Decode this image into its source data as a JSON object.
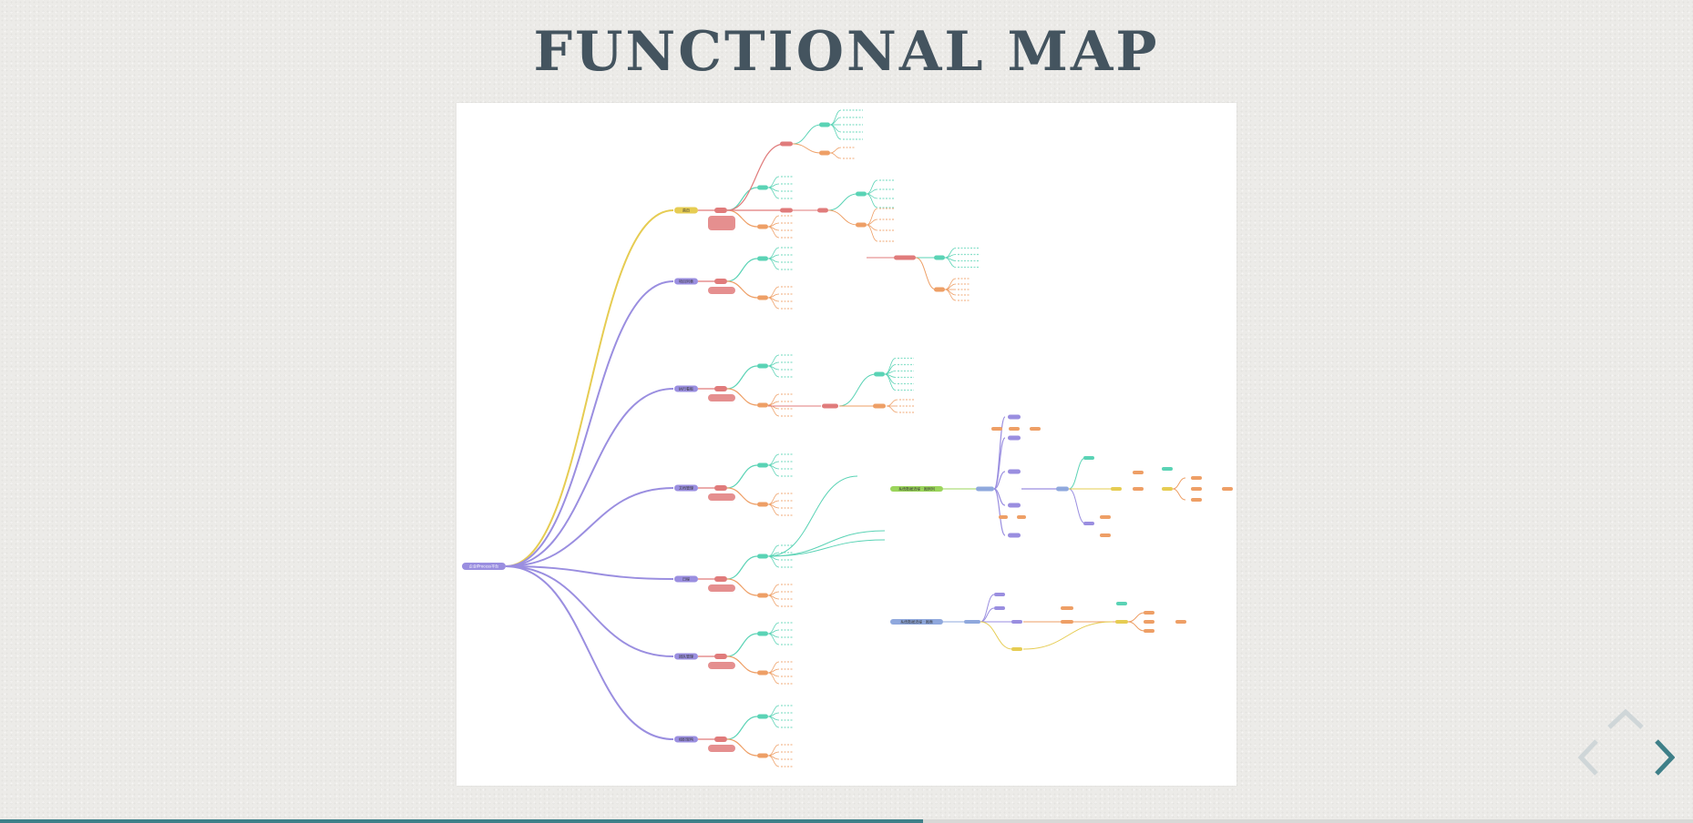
{
  "slide": {
    "title": "FUNCTIONAL MAP"
  },
  "mindmap": {
    "root_label": "企业iProcess平台",
    "main_branches": [
      "首页",
      "项目列表",
      "执行看板",
      "文档管理",
      "日程",
      "团队管理",
      "组织架构"
    ],
    "side_diagram_top_label": "系统数据流程 · 图例列",
    "side_diagram_bottom_label": "系统数据流程 · 图表"
  },
  "nav": {
    "up_icon": "chevron-up-icon",
    "left_icon": "chevron-left-icon",
    "right_icon": "chevron-right-icon"
  },
  "progress": {
    "fraction": 0.545
  },
  "colors": {
    "title": "#44545f",
    "accent": "#3e7f88",
    "yellow": "#e6cc52",
    "purple": "#9a8ee0",
    "red": "#e07b7b",
    "teal": "#5ad3b5",
    "orange": "#ee9f66",
    "green": "#9bd55b",
    "blue": "#8fa8dd"
  }
}
